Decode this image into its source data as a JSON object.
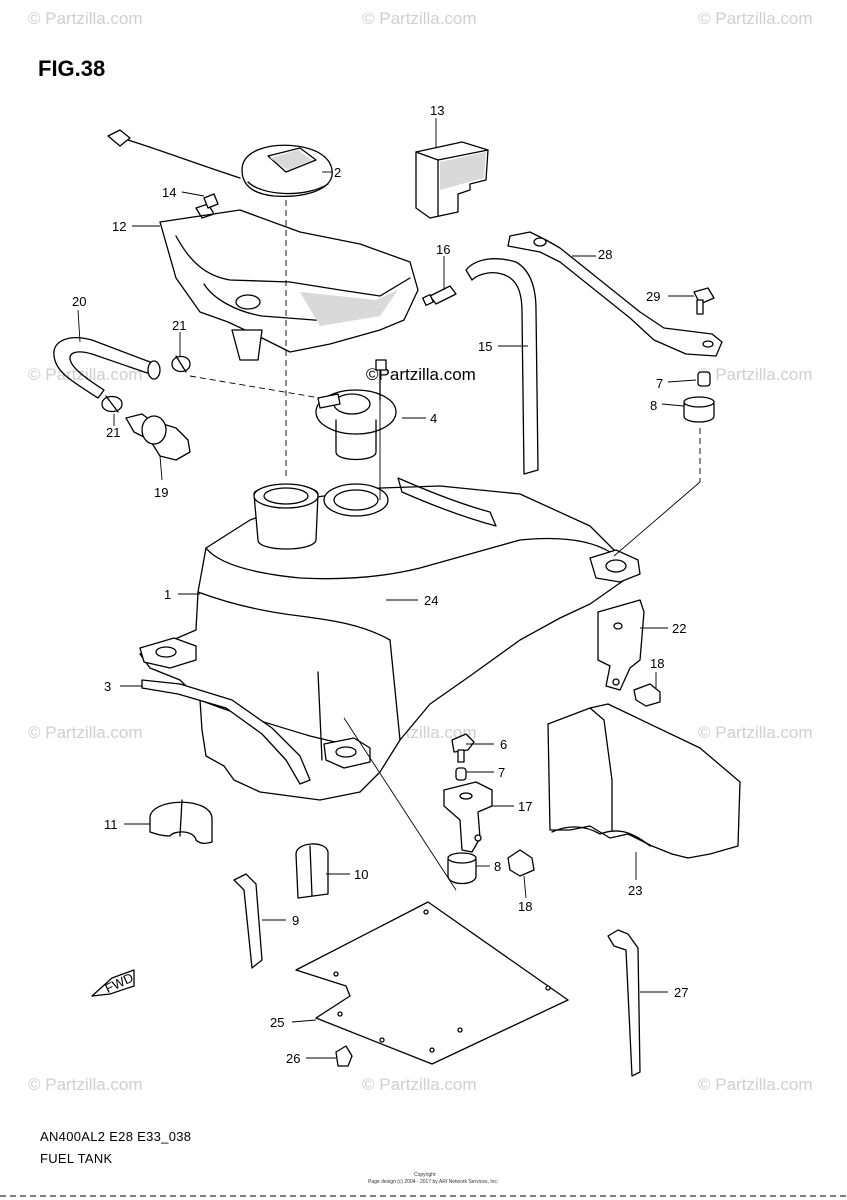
{
  "figure": {
    "title": "FIG.38",
    "model_code": "AN400AL2 E28 E33_038",
    "section_name": "FUEL TANK",
    "copyright_line1": "Copyright",
    "copyright_line2": "Page design (c) 2004 - 2017 by ARI Network Services, Inc."
  },
  "watermark": {
    "text": "© Partzilla.com",
    "center_text": "©Partzilla.com"
  },
  "fwd_arrow": {
    "label": "FWD"
  },
  "callouts": [
    {
      "id": "c1",
      "label": "1"
    },
    {
      "id": "c2",
      "label": "2"
    },
    {
      "id": "c3",
      "label": "3"
    },
    {
      "id": "c4",
      "label": "4"
    },
    {
      "id": "c6",
      "label": "6"
    },
    {
      "id": "c7a",
      "label": "7"
    },
    {
      "id": "c7b",
      "label": "7"
    },
    {
      "id": "c8a",
      "label": "8"
    },
    {
      "id": "c8b",
      "label": "8"
    },
    {
      "id": "c9",
      "label": "9"
    },
    {
      "id": "c10",
      "label": "10"
    },
    {
      "id": "c11",
      "label": "11"
    },
    {
      "id": "c12",
      "label": "12"
    },
    {
      "id": "c13",
      "label": "13"
    },
    {
      "id": "c14",
      "label": "14"
    },
    {
      "id": "c15",
      "label": "15"
    },
    {
      "id": "c16",
      "label": "16"
    },
    {
      "id": "c17",
      "label": "17"
    },
    {
      "id": "c18a",
      "label": "18"
    },
    {
      "id": "c18b",
      "label": "18"
    },
    {
      "id": "c19",
      "label": "19"
    },
    {
      "id": "c20",
      "label": "20"
    },
    {
      "id": "c21a",
      "label": "21"
    },
    {
      "id": "c21b",
      "label": "21"
    },
    {
      "id": "c22",
      "label": "22"
    },
    {
      "id": "c23",
      "label": "23"
    },
    {
      "id": "c24",
      "label": "24"
    },
    {
      "id": "c25",
      "label": "25"
    },
    {
      "id": "c26",
      "label": "26"
    },
    {
      "id": "c27",
      "label": "27"
    },
    {
      "id": "c28",
      "label": "28"
    },
    {
      "id": "c29",
      "label": "29"
    }
  ]
}
